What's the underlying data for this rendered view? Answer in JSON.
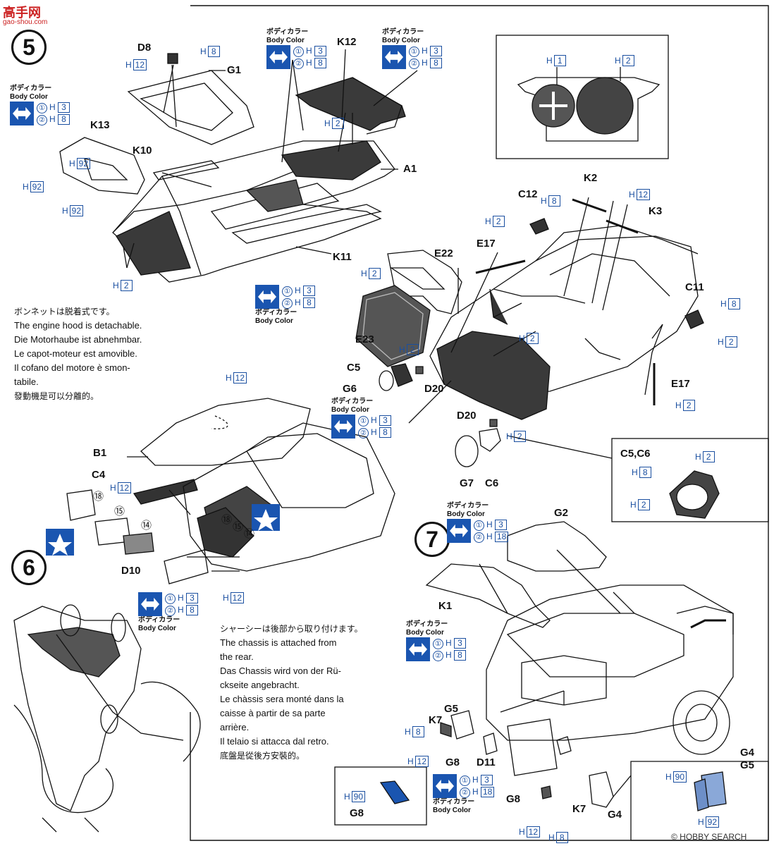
{
  "watermark": {
    "site_cn": "高手网",
    "site_url": "gao-shou.com",
    "corner": "© HOBBY SEARCH"
  },
  "steps": {
    "s5": "5",
    "s6": "6",
    "s7": "7"
  },
  "paint": {
    "jp": "ボディカラー",
    "en": "Body Color",
    "one": "①",
    "two": "②"
  },
  "parts": [
    "D8",
    "G1",
    "K12",
    "K13",
    "K10",
    "A1",
    "K11",
    "E22",
    "E23",
    "E17",
    "C12",
    "K2",
    "K3",
    "C11",
    "C5",
    "G6",
    "D20",
    "E17",
    "D20",
    "G7",
    "C6",
    "C5,C6",
    "B1",
    "C4",
    "D10",
    "G2",
    "K1",
    "G5",
    "K7",
    "G8",
    "D11",
    "G8",
    "K7",
    "G4",
    "G4",
    "G5",
    "G8"
  ],
  "hcodes": [
    "8",
    "12",
    "3",
    "8",
    "3",
    "8",
    "3",
    "8",
    "92",
    "92",
    "2",
    "2",
    "3",
    "8",
    "1",
    "2",
    "8",
    "12",
    "2",
    "2",
    "2",
    "2",
    "8",
    "2",
    "12",
    "2",
    "2",
    "3",
    "8",
    "2",
    "2",
    "8",
    "2",
    "12",
    "12",
    "3",
    "8",
    "3",
    "18",
    "3",
    "8",
    "8",
    "12",
    "3",
    "18",
    "12",
    "8",
    "90",
    "90",
    "92"
  ],
  "decals": [
    "⑱",
    "⑮",
    "⑭"
  ],
  "notes": {
    "hood": [
      "ボンネットは脱着式です。",
      "The engine hood is detachable.",
      "Die Motorhaube ist abnehmbar.",
      "Le capot-moteur est amovible.",
      "Il cofano del motore è smon-",
      "tabile.",
      "發動機是可以分離的。"
    ],
    "chassis": [
      "シャーシーは後部から取り付けます。",
      "The chassis is attached from",
      "the rear.",
      "Das Chassis wird von der Rü-",
      "ckseite angebracht.",
      "Le chàssis sera monté dans la",
      "caisse à partir de sa parte",
      "arrière.",
      "Il telaio si attacca dal retro.",
      "底盤是從後方安裝的。"
    ]
  },
  "colors": {
    "accent": "#1a55b0",
    "ink": "#111111"
  }
}
